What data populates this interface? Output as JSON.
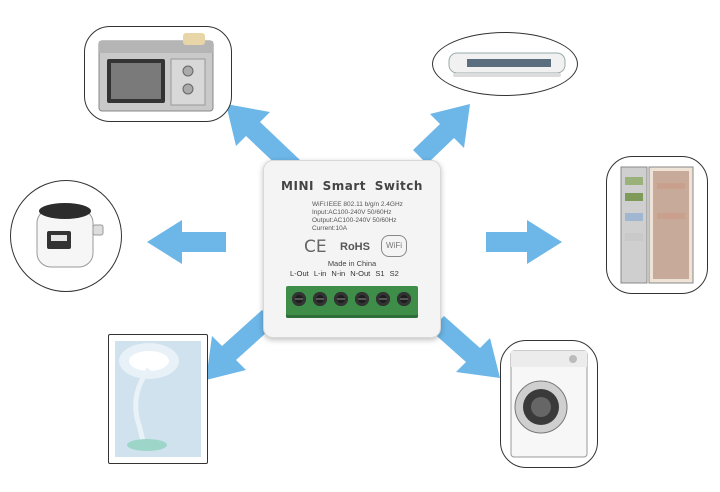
{
  "device": {
    "title": "MINI  Smart  Switch",
    "spec_lines": [
      "WiFi:IEEE 802.11 b/g/n 2.4GHz",
      "Input:AC100-240V 50/60Hz",
      "Output:AC100-240V 50/60Hz",
      "Current:10A"
    ],
    "ce_mark": "CE",
    "rohs_mark": "RoHS",
    "wifi_badge": "WiFi",
    "made_in": "Made in China",
    "pin_labels": "L-Out  L-in  N-in  N-Out  S1  S2"
  },
  "appliances": [
    "microwave-oven",
    "air-conditioner",
    "refrigerator",
    "washing-machine",
    "desk-lamp",
    "rice-cooker"
  ],
  "colors": {
    "arrow": "#6cb6e8",
    "terminal": "#3e8e4a"
  }
}
